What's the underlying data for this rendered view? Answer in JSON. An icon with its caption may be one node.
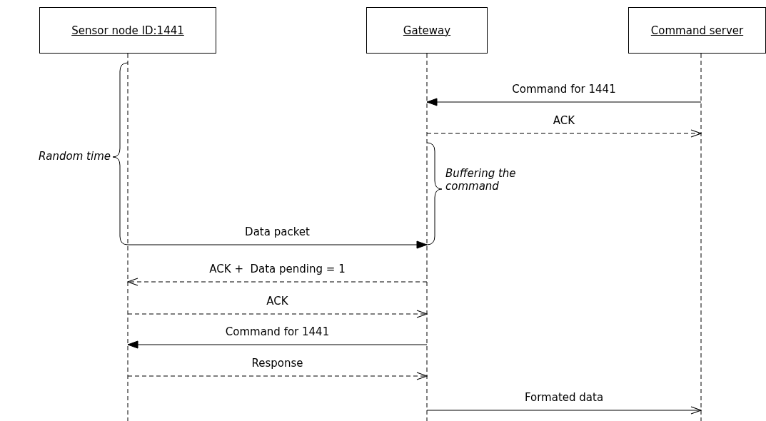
{
  "diagram": {
    "nodes": [
      {
        "text": [
          "Sensor node ID:1441"
        ]
      },
      {
        "text": [
          "Gateway"
        ]
      },
      {
        "text": [
          "Command server"
        ]
      }
    ],
    "edges": [
      {
        "from": 2,
        "to": 1,
        "arrow": "to",
        "label": "Command for 1441"
      },
      {
        "from": 1,
        "to": 2,
        "arrow": "to",
        "label": "ACK",
        "style": "dashed"
      },
      {
        "from": 0,
        "to": 1,
        "arrow": "to",
        "label": "Data packet"
      },
      {
        "from": 1,
        "to": 0,
        "arrow": "to",
        "label": "ACK +  Data pending = 1",
        "style": "dashed"
      },
      {
        "from": 0,
        "to": 1,
        "arrow": "to",
        "label": "ACK",
        "style": "dashed"
      },
      {
        "from": 1,
        "to": 0,
        "arrow": "to",
        "label": "Command for 1441"
      },
      {
        "from": 0,
        "to": 1,
        "arrow": "to",
        "label": "Response",
        "style": "dashed"
      },
      {
        "from": 1,
        "to": 2,
        "arrow": "to",
        "label": "Formated data"
      }
    ],
    "labels": [
      "Random time",
      "Buffering the command"
    ]
  }
}
